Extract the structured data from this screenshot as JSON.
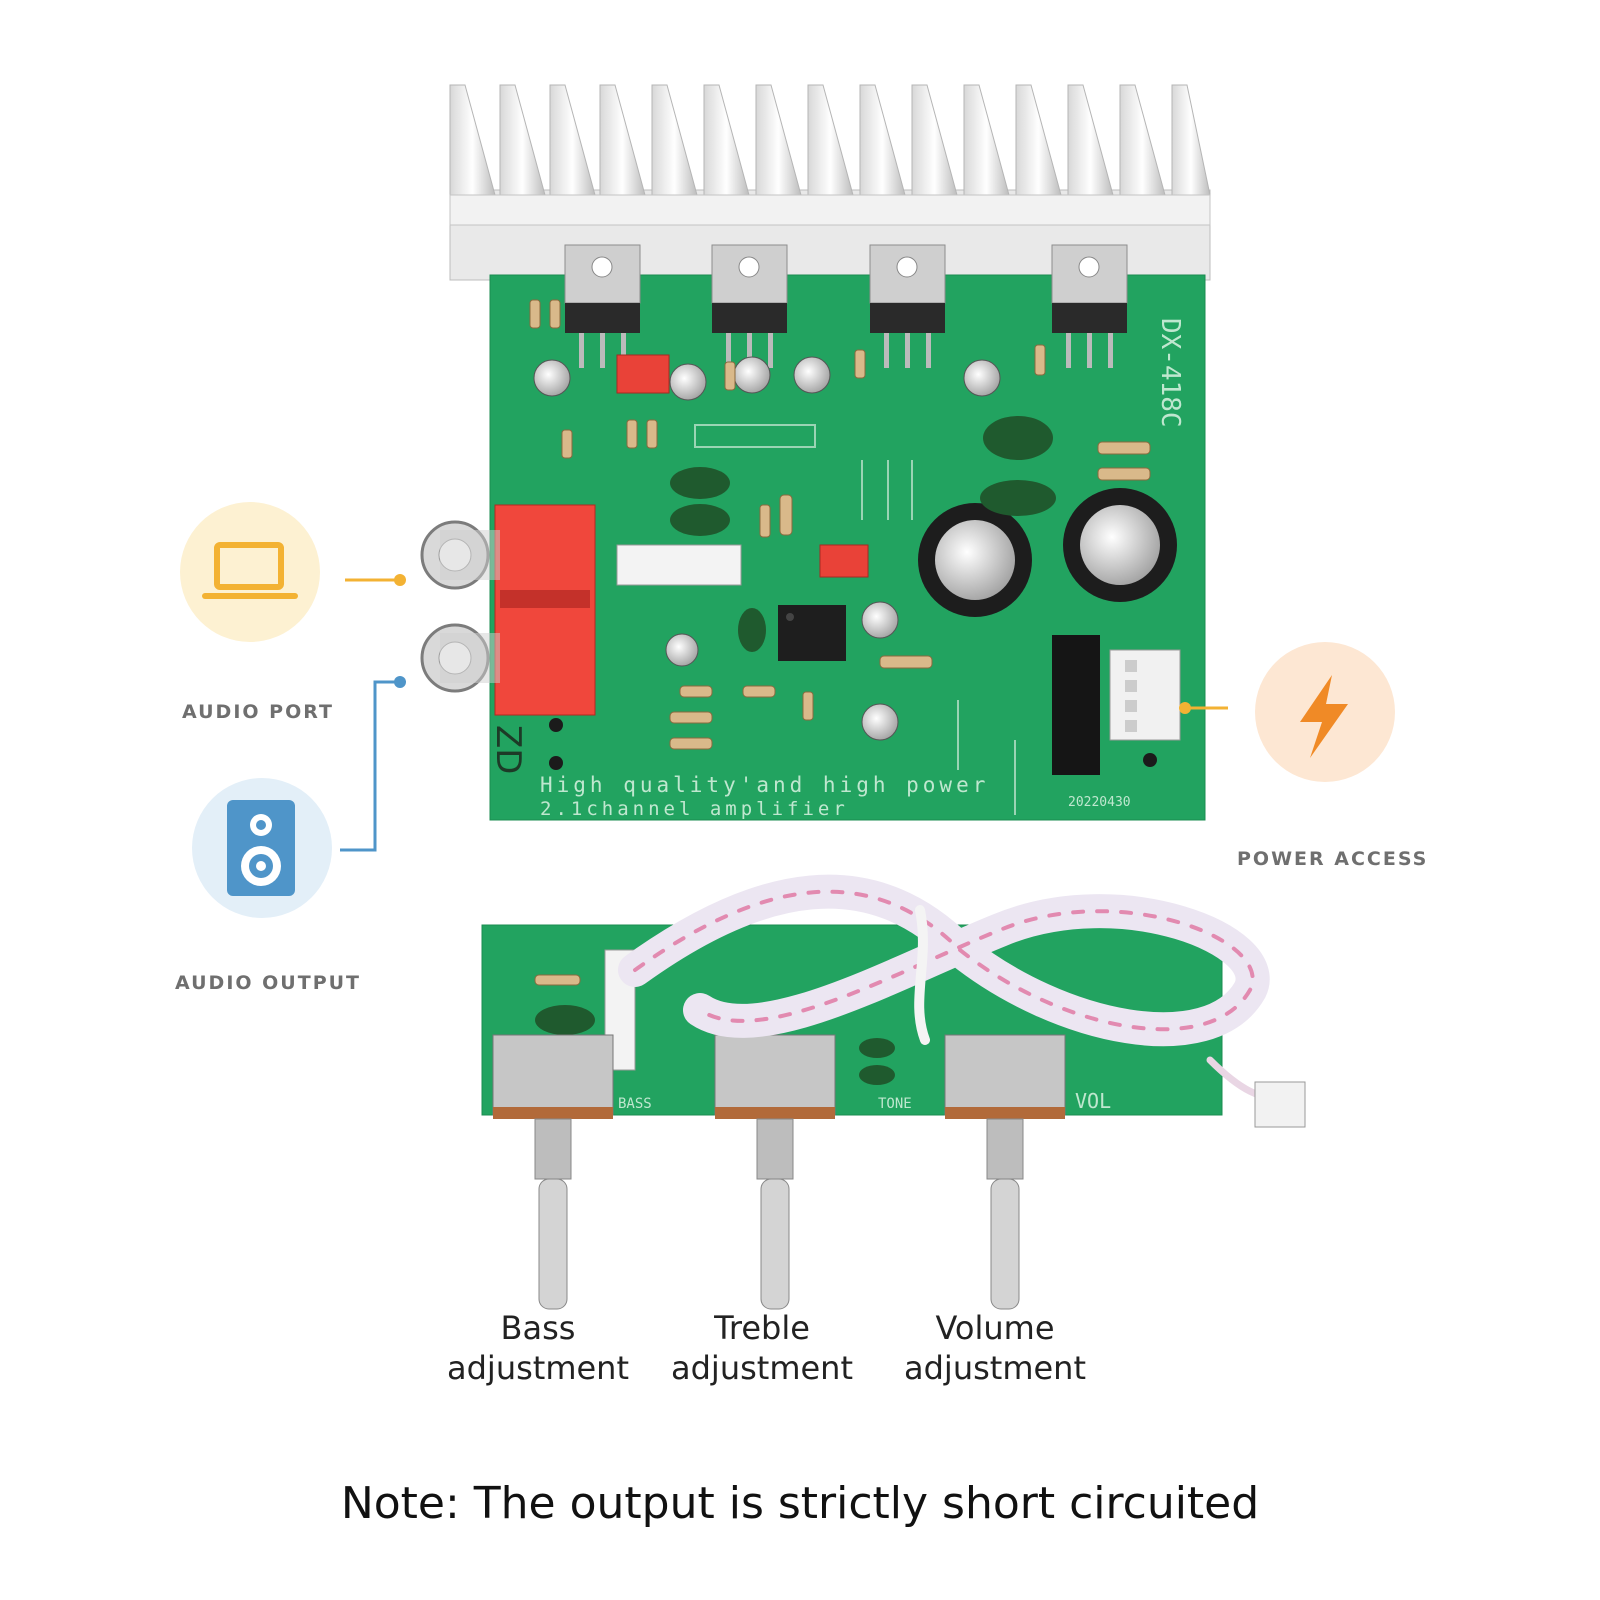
{
  "callouts": {
    "audio_port": {
      "label": "AUDIO PORT",
      "icon": "laptop-icon",
      "color": "#f3b233",
      "bg": "#fdf1d2"
    },
    "audio_output": {
      "label": "AUDIO OUTPUT",
      "icon": "speaker-icon",
      "color": "#4f95c9",
      "bg": "#e3eff8"
    },
    "power_access": {
      "label": "POWER ACCESS",
      "icon": "lightning-icon",
      "color": "#f08a26",
      "bg": "#fde7d3"
    }
  },
  "board": {
    "model_text": "DX-418C",
    "silk_line1": "High quality'and high power",
    "silk_line2": "2.1channel amplifier",
    "date_code": "20220430",
    "maker_mark": "ZD",
    "pcb_color": "#22a360"
  },
  "control_board": {
    "silk_bass": "BASS",
    "silk_tone": "TONE",
    "silk_vol": "VOL"
  },
  "knobs": [
    {
      "line1": "Bass",
      "line2": "adjustment"
    },
    {
      "line1": "Treble",
      "line2": "adjustment"
    },
    {
      "line1": "Volume",
      "line2": "adjustment"
    }
  ],
  "note": "Note: The output is strictly short circuited"
}
